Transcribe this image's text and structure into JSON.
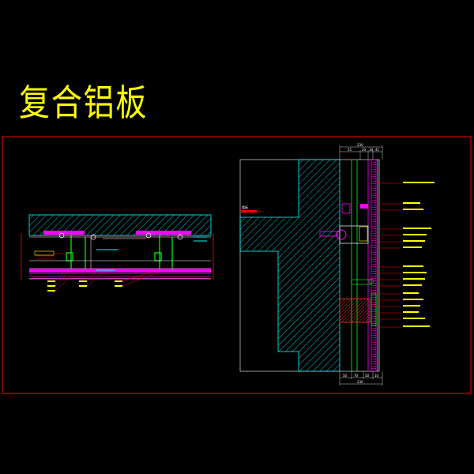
{
  "title": "复合铝板",
  "colors": {
    "background": "#000000",
    "frame": "#ff0000",
    "title": "#ffff00",
    "concrete": "#00ffff",
    "panel": "#ff00ff",
    "steel": "#00ff00",
    "insulation": "#ff0000",
    "dimension": "#ffffff",
    "annotation_leader": "#ff0000"
  },
  "right_detail": {
    "top_dimensions": [
      "230",
      "55",
      "20",
      "10",
      "41"
    ],
    "bottom_dimensions": [
      "50",
      "70",
      "50",
      "10"
    ],
    "bottom_total": "230",
    "left_tag": "楼板"
  }
}
